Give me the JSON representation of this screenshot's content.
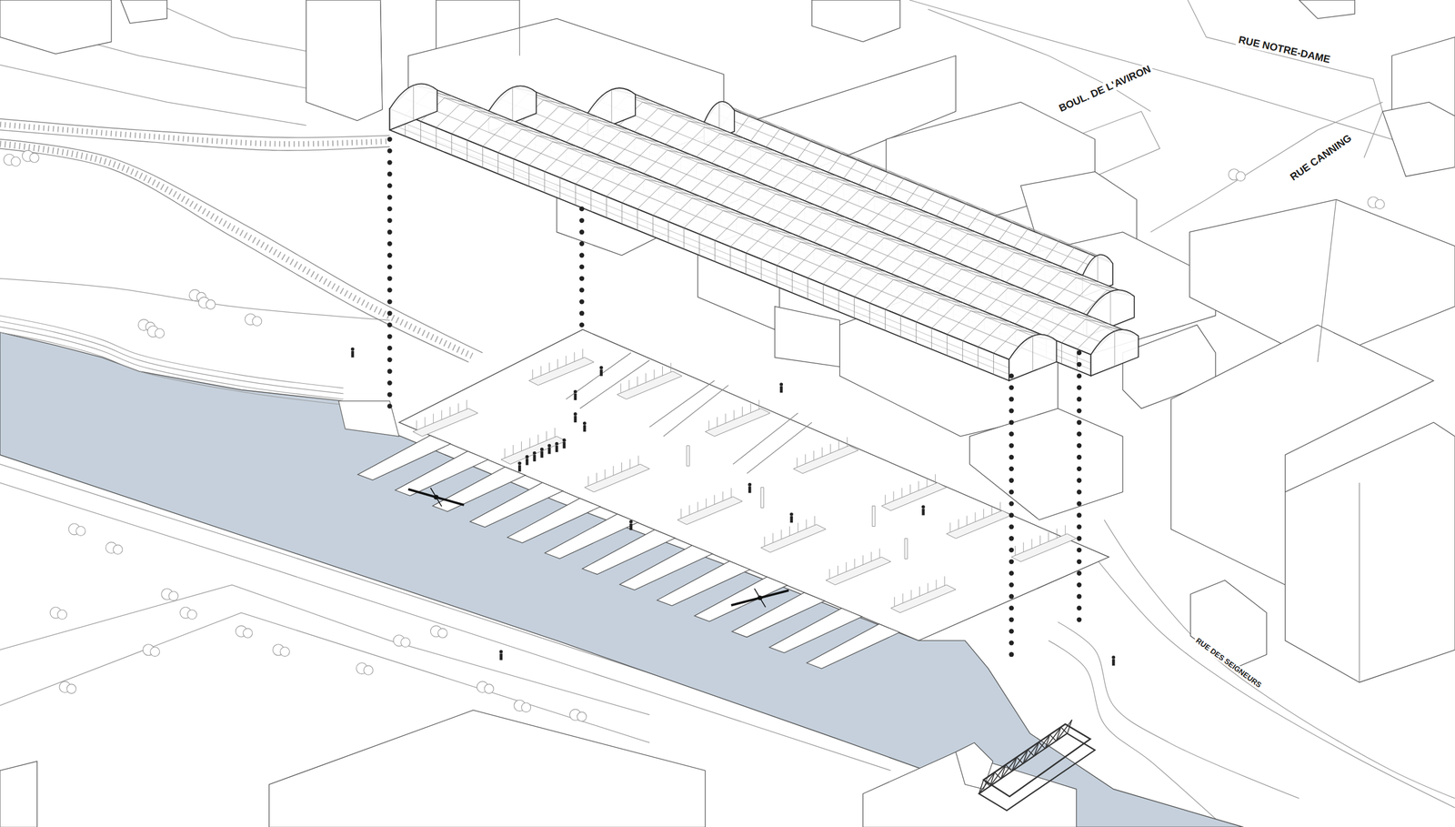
{
  "diagram": {
    "labels": [
      "BOUL. DE L'AVIRON",
      "RUE NOTRE-DAME",
      "RUE CANNING",
      "RUE DES SEIGNEURS"
    ]
  }
}
